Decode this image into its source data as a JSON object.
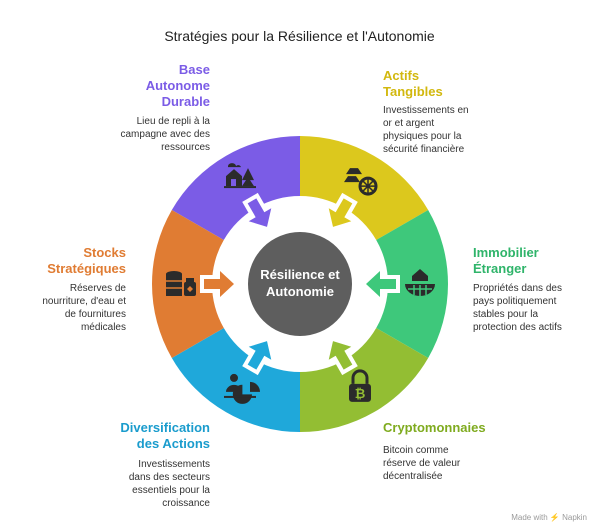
{
  "title": "Stratégies pour la Résilience et l'Autonomie",
  "center": {
    "line1": "Résilience et",
    "line2": "Autonomie"
  },
  "segments": [
    {
      "id": "base",
      "title_lines": [
        "Base",
        "Autonome",
        "Durable"
      ],
      "desc_lines": [
        "Lieu de repli à la",
        "campagne avec des",
        "ressources"
      ],
      "color": "#7b5ce6",
      "icon": "house-tree-icon"
    },
    {
      "id": "actifs",
      "title_lines": [
        "Actifs",
        "Tangibles"
      ],
      "desc_lines": [
        "Investissements en",
        "or et argent",
        "physiques pour la",
        "sécurité financière"
      ],
      "color": "#dcc81d",
      "icon": "gold-bars-coin-icon"
    },
    {
      "id": "immobilier",
      "title_lines": [
        "Immobilier",
        "Étranger"
      ],
      "desc_lines": [
        "Propriétés dans des",
        "pays politiquement",
        "stables pour la",
        "protection des actifs"
      ],
      "color": "#3ec87b",
      "icon": "globe-house-icon"
    },
    {
      "id": "crypto",
      "title_lines": [
        "Cryptomonnaies"
      ],
      "desc_lines": [
        "Bitcoin comme",
        "réserve de valeur",
        "décentralisée"
      ],
      "color": "#93be33",
      "icon": "bitcoin-lock-icon"
    },
    {
      "id": "diversification",
      "title_lines": [
        "Diversification",
        "des Actions"
      ],
      "desc_lines": [
        "Investissements",
        "dans des secteurs",
        "essentiels pour la",
        "croissance"
      ],
      "color": "#1fa8da",
      "icon": "portfolio-chart-icon"
    },
    {
      "id": "stocks",
      "title_lines": [
        "Stocks",
        "Stratégiques"
      ],
      "desc_lines": [
        "Réserves de",
        "nourriture, d'eau et",
        "de fournitures",
        "médicales"
      ],
      "color": "#e07c33",
      "icon": "supplies-jar-icon"
    }
  ],
  "credit": "Made with ⚡ Napkin",
  "center_color": "#5e5e5e"
}
